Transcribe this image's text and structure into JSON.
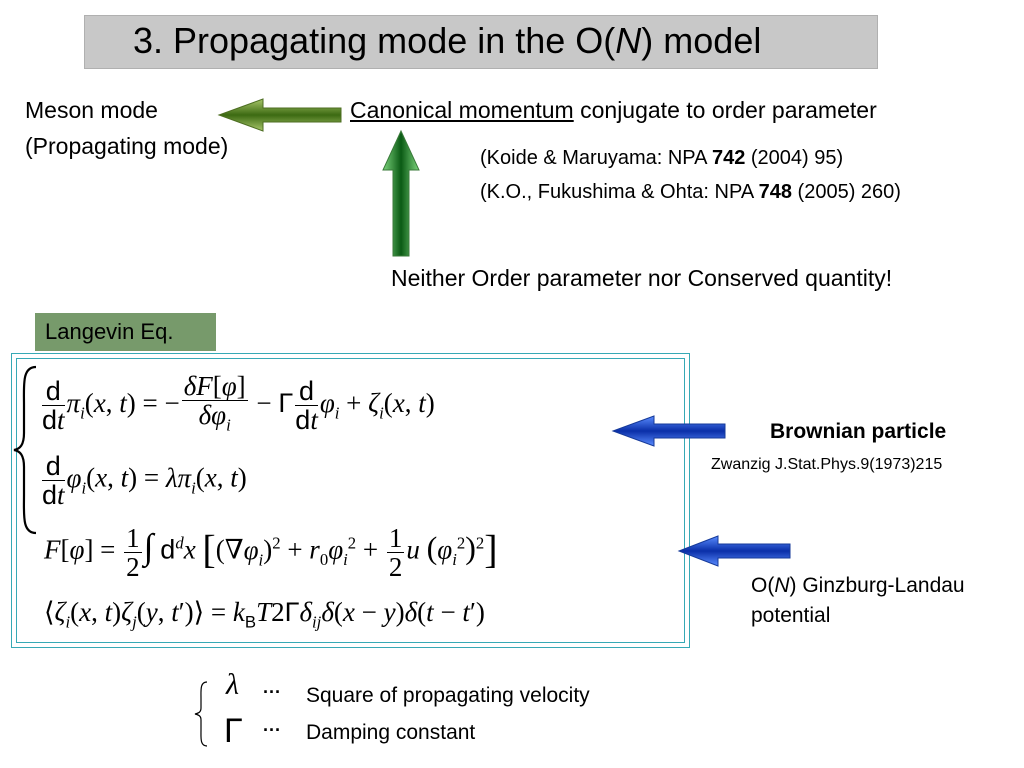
{
  "title": {
    "prefix": "3. Propagating mode in the O(",
    "italic": "N",
    "suffix": ") model"
  },
  "meson": {
    "line1": "Meson mode",
    "line2": "(Propagating mode)"
  },
  "canonical": {
    "underlined": "Canonical momentum",
    "rest": " conjugate to order parameter"
  },
  "refs": {
    "ref1": {
      "pre": "(Koide & Maruyama: NPA ",
      "bold": "742",
      "post": " (2004) 95)"
    },
    "ref2": {
      "pre": "(K.O., Fukushima & Ohta: NPA ",
      "bold": "748",
      "post": " (2005) 260)"
    }
  },
  "neither": "Neither Order parameter nor Conserved quantity!",
  "langevin_label": "Langevin Eq.",
  "brownian": {
    "title": "Brownian particle",
    "ref": "Zwanzig J.Stat.Phys.9(1973)215"
  },
  "ginzburg": {
    "pre": "O(",
    "italic": "N",
    "post": ") Ginzburg-Landau",
    "line2": "potential"
  },
  "legend": {
    "lambda_symbol": "λ",
    "gamma_symbol": "Γ",
    "dots": "···",
    "lambda_text": "Square of propagating velocity",
    "gamma_text": "Damping constant"
  },
  "colors": {
    "title_bg": "#c8c8c8",
    "langevin_bg": "#779a6b",
    "equation_border": "#36a9b5",
    "green_arrow": "#3c8a2e",
    "blue_arrow": "#1f4fcf"
  }
}
